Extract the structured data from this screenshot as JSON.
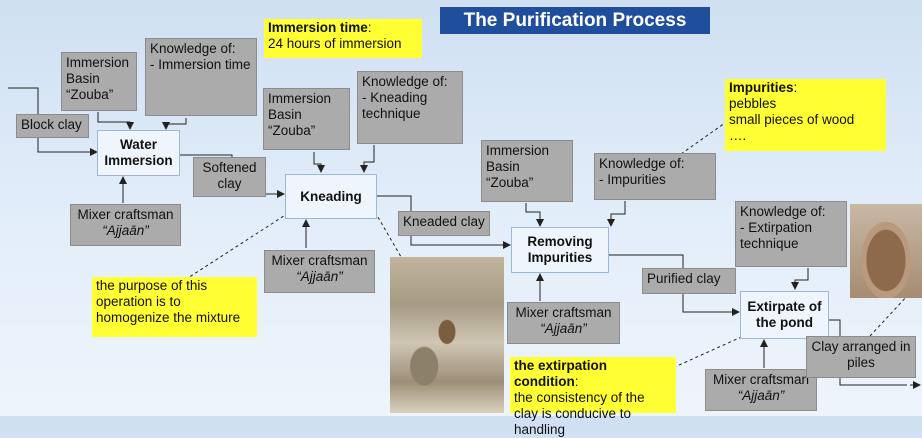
{
  "title": "The Purification Process",
  "processes": {
    "water_immersion": "Water Immersion",
    "kneading": "Kneading",
    "removing_impurities": "Removing Impurities",
    "extirpate": "Extirpate of the pond"
  },
  "resources": {
    "basin_1": "Immersion Basin “Zouba”",
    "knowledge_immersion": "Knowledge of:\n- Immersion time",
    "basin_2": "Immersion Basin “Zouba”",
    "knowledge_kneading": "Knowledge of:\n- Kneading technique",
    "basin_3": "Immersion Basin “Zouba”",
    "knowledge_impurities": "Knowledge of:\n- Impurities",
    "knowledge_extirpation": "Knowledge of:\n- Extirpation technique",
    "mixer_label": "Mixer craftsman",
    "mixer_name": "“Ajjaān”"
  },
  "flows": {
    "block_clay": "Block clay",
    "softened_clay": "Softened clay",
    "kneaded_clay": "Kneaded clay",
    "purified_clay": "Purified clay",
    "clay_piles": "Clay arranged in piles"
  },
  "notes": {
    "immersion_title": "Immersion time",
    "immersion_body": "24 hours of immersion",
    "impurities_title": "Impurities",
    "impurities_body": "pebbles\nsmall pieces of wood\n….",
    "purpose": "the purpose of this operation is to homogenize the mixture",
    "extirpation_title": "the extirpation condition",
    "extirpation_body": "the consistency of the clay is conducive to handling"
  },
  "colors": {
    "title_bg": "#1f4e9c",
    "resource_bg": "#ababab",
    "note_bg": "#ffff33",
    "process_bg": "#eef5fd"
  }
}
